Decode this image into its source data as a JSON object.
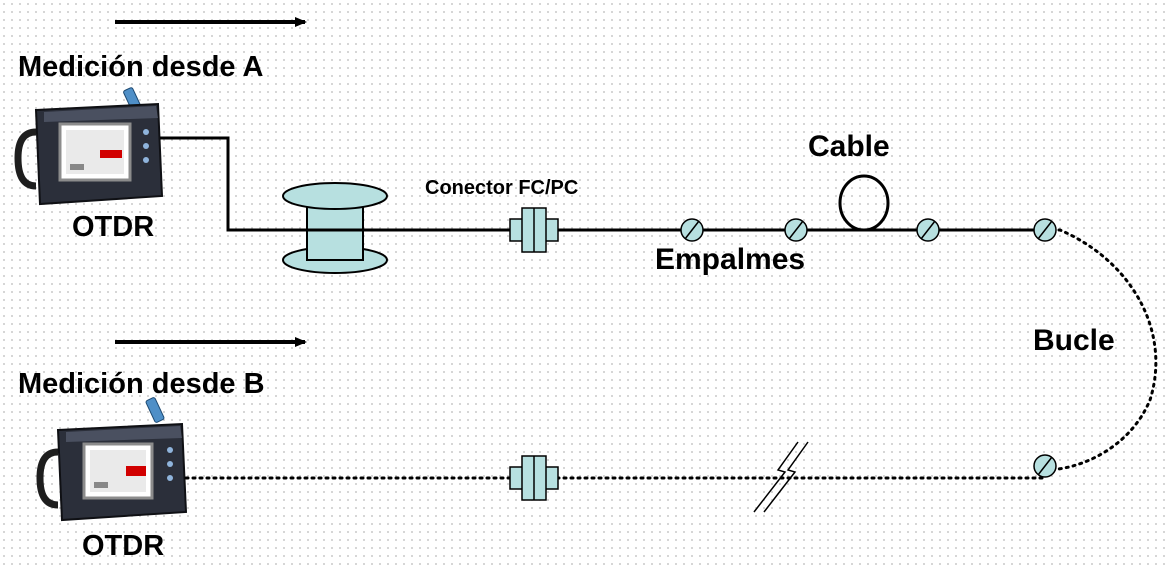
{
  "labels": {
    "measure_a": "Medición desde A",
    "measure_b": "Medición desde B",
    "otdr_a": "OTDR",
    "otdr_b": "OTDR",
    "connector": "Conector FC/PC",
    "cable": "Cable",
    "splices": "Empalmes",
    "loop": "Bucle"
  },
  "colors": {
    "component_fill": "#b7e0e0",
    "line": "#000000",
    "device_body": "#2b2f3a",
    "screen_red": "#d10000"
  }
}
